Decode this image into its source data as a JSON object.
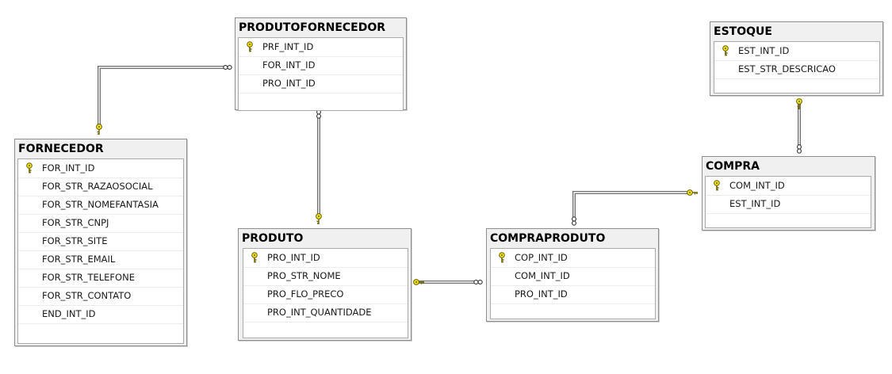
{
  "tables": [
    {
      "id": "produtofornecedor",
      "title": "PRODUTOFORNECEDOR",
      "columns": [
        {
          "name": "PRF_INT_ID",
          "key": "key-icon"
        },
        {
          "name": "FOR_INT_ID"
        },
        {
          "name": "PRO_INT_ID"
        }
      ]
    },
    {
      "id": "fornecedor",
      "title": "FORNECEDOR",
      "columns": [
        {
          "name": "FOR_INT_ID",
          "key": "key-icon"
        },
        {
          "name": "FOR_STR_RAZAOSOCIAL"
        },
        {
          "name": "FOR_STR_NOMEFANTASIA"
        },
        {
          "name": "FOR_STR_CNPJ"
        },
        {
          "name": "FOR_STR_SITE"
        },
        {
          "name": "FOR_STR_EMAIL"
        },
        {
          "name": "FOR_STR_TELEFONE"
        },
        {
          "name": "FOR_STR_CONTATO"
        },
        {
          "name": "END_INT_ID"
        }
      ]
    },
    {
      "id": "produto",
      "title": "PRODUTO",
      "columns": [
        {
          "name": "PRO_INT_ID",
          "key": "key-icon"
        },
        {
          "name": "PRO_STR_NOME"
        },
        {
          "name": "PRO_FLO_PRECO"
        },
        {
          "name": "PRO_INT_QUANTIDADE"
        }
      ]
    },
    {
      "id": "compraproduto",
      "title": "COMPRAPRODUTO",
      "columns": [
        {
          "name": "COP_INT_ID",
          "key": "key-icon"
        },
        {
          "name": "COM_INT_ID"
        },
        {
          "name": "PRO_INT_ID"
        }
      ]
    },
    {
      "id": "estoque",
      "title": "ESTOQUE",
      "columns": [
        {
          "name": "EST_INT_ID",
          "key": "key-icon"
        },
        {
          "name": "EST_STR_DESCRICAO"
        }
      ]
    },
    {
      "id": "compra",
      "title": "COMPRA",
      "columns": [
        {
          "name": "COM_INT_ID",
          "key": "key-icon"
        },
        {
          "name": "EST_INT_ID"
        }
      ]
    }
  ],
  "relationships": [
    {
      "id": "fornecedor-produtofornecedor",
      "one": "fornecedor",
      "many": "produtofornecedor",
      "one_symbol": "key-icon",
      "many_symbol": "infinity-icon"
    },
    {
      "id": "produto-produtofornecedor",
      "one": "produto",
      "many": "produtofornecedor",
      "one_symbol": "key-icon",
      "many_symbol": "infinity-icon"
    },
    {
      "id": "produto-compraproduto",
      "one": "produto",
      "many": "compraproduto",
      "one_symbol": "key-icon",
      "many_symbol": "infinity-icon"
    },
    {
      "id": "compra-compraproduto",
      "one": "compra",
      "many": "compraproduto",
      "one_symbol": "key-icon",
      "many_symbol": "infinity-icon"
    },
    {
      "id": "estoque-compra",
      "one": "estoque",
      "many": "compra",
      "one_symbol": "key-icon",
      "many_symbol": "infinity-icon"
    }
  ],
  "colors": {
    "key": "#f2e21a",
    "key_outline": "#6b6200",
    "connector": "#6e6e6e",
    "table_frame": "#8e8e8e",
    "table_background": "#f0f0f0"
  }
}
